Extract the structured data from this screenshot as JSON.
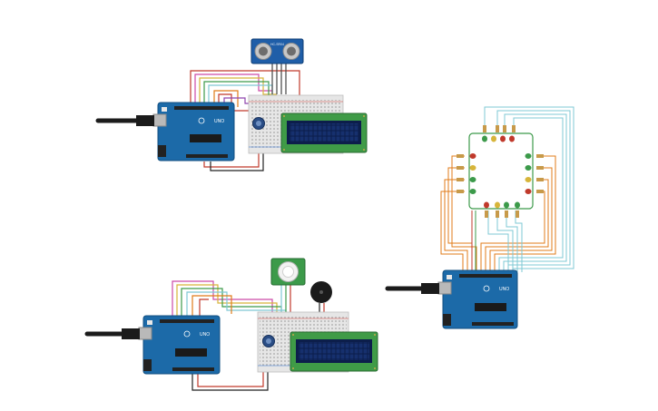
{
  "circuits": [
    {
      "id": "ultrasonic-lcd",
      "board": {
        "brand_label": "UNO"
      },
      "sensor": {
        "label": "HC-SR04"
      }
    },
    {
      "id": "pir-buzzer-lcd",
      "board": {
        "brand_label": "UNO"
      }
    },
    {
      "id": "traffic-lights",
      "board": {
        "brand_label": "UNO"
      }
    }
  ],
  "colors": {
    "arduino_blue": "#1c6aa8",
    "lcd_green": "#3f9b47",
    "lcd_screen": "#0c1e4b",
    "breadboard": "#e6e6e6",
    "cable": "#1b1b1b",
    "wire_orange": "#e07b19",
    "wire_cyan": "#7fc8d4",
    "wire_red": "#c0392b",
    "wire_pink": "#cc4aa8",
    "wire_green": "#3c9a4a",
    "wire_yellow": "#d7b53a"
  }
}
